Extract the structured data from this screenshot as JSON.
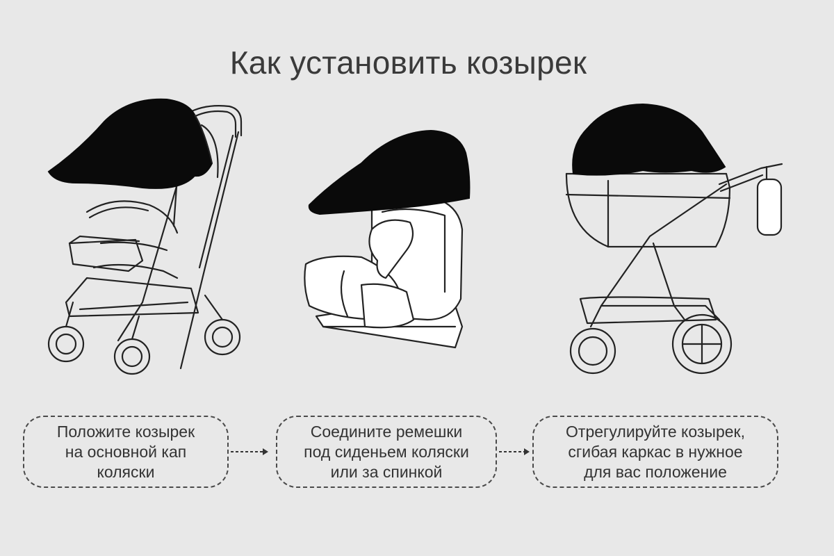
{
  "page": {
    "title": "Как установить козырек",
    "background": "#e8e8e8",
    "text_color": "#333333",
    "canopy_color": "#0a0a0a"
  },
  "illustrations": [
    {
      "name": "stroller-with-canopy"
    },
    {
      "name": "car-seat-with-canopy"
    },
    {
      "name": "pram-with-canopy"
    }
  ],
  "steps": [
    {
      "text": "Положите козырек\nна основной кап\nколяски"
    },
    {
      "text": "Соедините ремешки\nпод сиденьем коляски\nили за спинкой"
    },
    {
      "text": "Отрегулируйте козырек,\nсгибая каркас в нужное\nдля вас положение"
    }
  ],
  "arrows": [
    {
      "name": "arrow-right-icon"
    },
    {
      "name": "arrow-right-icon"
    }
  ]
}
